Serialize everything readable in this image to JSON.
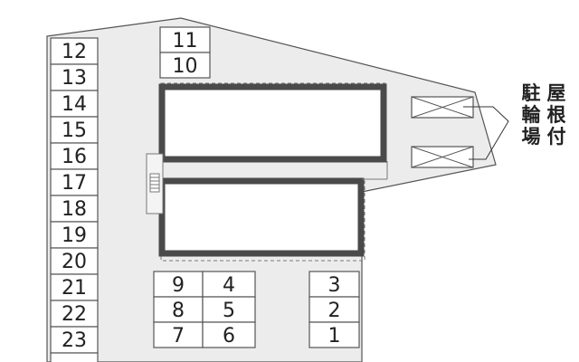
{
  "map": {
    "colors": {
      "lot": "#ececec",
      "lot_edge": "#555555",
      "building_border": "#4a4a4a",
      "slot_fill": "#ffffff",
      "text": "#222222"
    },
    "column_slots": [
      "12",
      "13",
      "14",
      "15",
      "16",
      "17",
      "18",
      "19",
      "20",
      "21",
      "22",
      "23",
      ""
    ],
    "top_slots": [
      "11",
      "10"
    ],
    "center_slots_left": [
      "9",
      "8",
      "7"
    ],
    "center_slots_right": [
      "4",
      "5",
      "6"
    ],
    "right_slots": [
      "3",
      "2",
      "1"
    ],
    "covered_bike_parking": {
      "label_line1": "屋根付",
      "label_line2": "駐輪場"
    }
  }
}
